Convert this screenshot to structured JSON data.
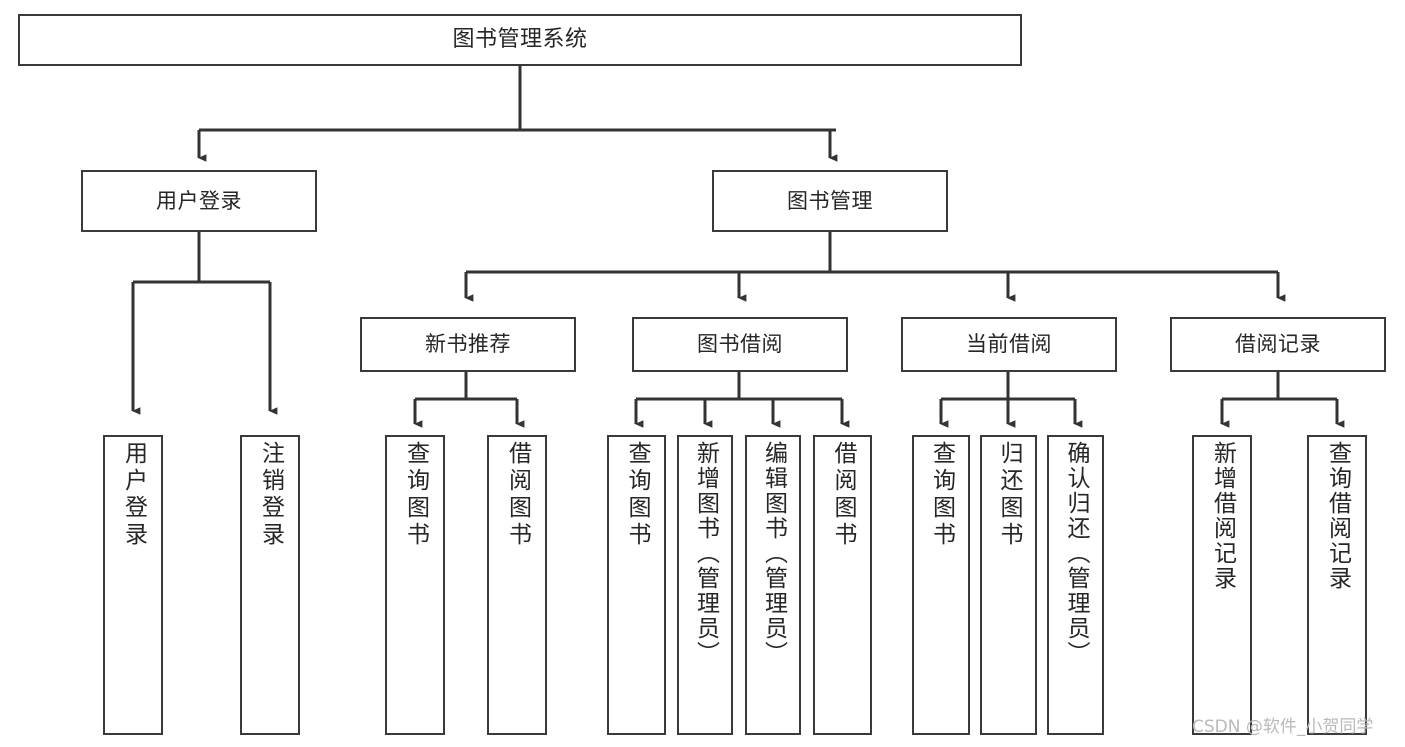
{
  "diagram": {
    "title": "图书管理系统",
    "type": "tree-hierarchy-chart",
    "watermark": "CSDN @软件_小贺同学",
    "colors": {
      "background": "#ffffff",
      "box_border": "#3a3a3a",
      "box_fill": "#ffffff",
      "text": "#262626",
      "connector": "#333333",
      "watermark": "#b9b9b9"
    },
    "levels": {
      "root": {
        "label": "图书管理系统"
      },
      "level2": [
        {
          "id": "user-login",
          "label": "用户登录"
        },
        {
          "id": "book-management",
          "label": "图书管理"
        }
      ],
      "level3": [
        {
          "id": "new-book-recommend",
          "label": "新书推荐",
          "parent": "book-management"
        },
        {
          "id": "book-borrow",
          "label": "图书借阅",
          "parent": "book-management"
        },
        {
          "id": "current-borrow",
          "label": "当前借阅",
          "parent": "book-management"
        },
        {
          "id": "borrow-record",
          "label": "借阅记录",
          "parent": "book-management"
        }
      ],
      "leaves": [
        {
          "id": "leaf-user-login",
          "label": "用户登录",
          "parent": "user-login"
        },
        {
          "id": "leaf-logout-login",
          "label": "注销登录",
          "parent": "user-login"
        },
        {
          "id": "leaf-query-book-1",
          "label": "查询图书",
          "parent": "new-book-recommend"
        },
        {
          "id": "leaf-borrow-book-1",
          "label": "借阅图书",
          "parent": "new-book-recommend"
        },
        {
          "id": "leaf-query-book-2",
          "label": "查询图书",
          "parent": "book-borrow"
        },
        {
          "id": "leaf-add-book",
          "label": "新增图书（管理员）",
          "parent": "book-borrow"
        },
        {
          "id": "leaf-edit-book",
          "label": "编辑图书（管理员）",
          "parent": "book-borrow"
        },
        {
          "id": "leaf-borrow-book-2",
          "label": "借阅图书",
          "parent": "book-borrow"
        },
        {
          "id": "leaf-query-book-3",
          "label": "查询图书",
          "parent": "current-borrow"
        },
        {
          "id": "leaf-return-book",
          "label": "归还图书",
          "parent": "current-borrow"
        },
        {
          "id": "leaf-confirm-return",
          "label": "确认归还（管理员）",
          "parent": "current-borrow"
        },
        {
          "id": "leaf-add-borrow-record",
          "label": "新增借阅记录",
          "parent": "borrow-record"
        },
        {
          "id": "leaf-query-borrow-record",
          "label": "查询借阅记录",
          "parent": "borrow-record"
        }
      ]
    }
  }
}
